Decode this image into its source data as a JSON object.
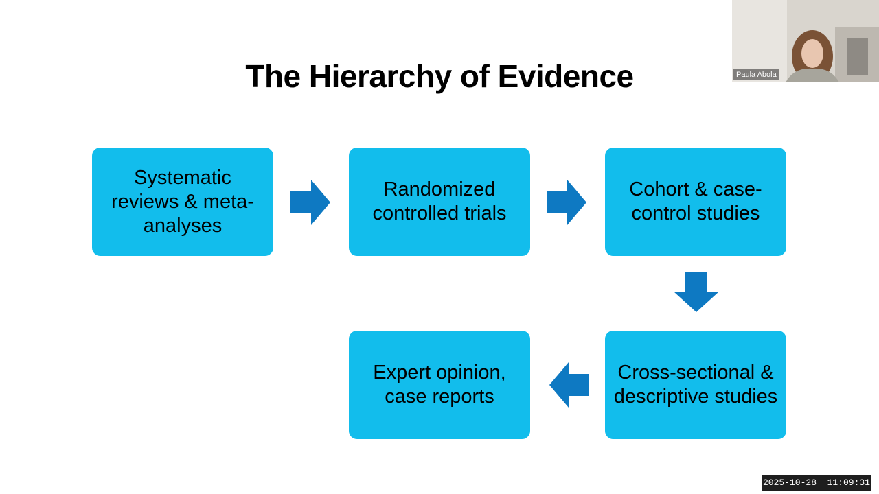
{
  "slide": {
    "title": "The Hierarchy of Evidence"
  },
  "diagram": {
    "nodes": [
      {
        "id": "systematic",
        "label": "Systematic reviews & meta-analyses"
      },
      {
        "id": "rct",
        "label": "Randomized controlled trials"
      },
      {
        "id": "cohort",
        "label": "Cohort & case-control studies"
      },
      {
        "id": "cross",
        "label": "Cross-sectional & descriptive studies"
      },
      {
        "id": "expert",
        "label": "Expert opinion, case reports"
      }
    ],
    "edges": [
      {
        "from": "systematic",
        "to": "rct"
      },
      {
        "from": "rct",
        "to": "cohort"
      },
      {
        "from": "cohort",
        "to": "cross"
      },
      {
        "from": "cross",
        "to": "expert"
      }
    ],
    "colors": {
      "box_fill": "#12bdec",
      "arrow_fill": "#0e79c2"
    }
  },
  "participant": {
    "name": "Paula Abola"
  },
  "recording": {
    "timestamp": "2025-10-28  11:09:31"
  }
}
